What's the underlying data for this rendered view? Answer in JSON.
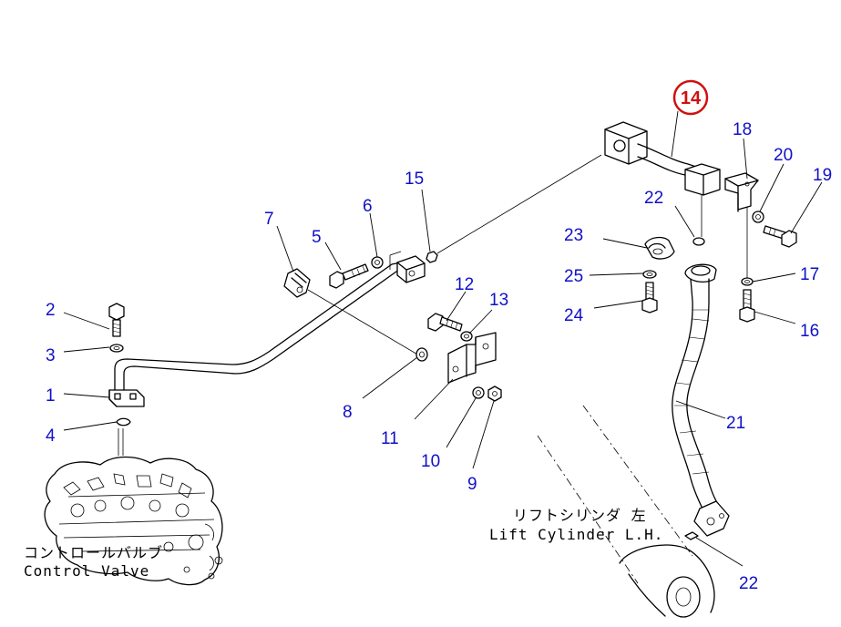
{
  "highlight": {
    "part": "14",
    "color": "#d01010"
  },
  "callout_color": "#1010c8",
  "callouts": {
    "n1": "1",
    "n2": "2",
    "n3": "3",
    "n4": "4",
    "n5": "5",
    "n6": "6",
    "n7": "7",
    "n8": "8",
    "n9": "9",
    "n10": "10",
    "n11": "11",
    "n12": "12",
    "n13": "13",
    "n14": "14",
    "n15": "15",
    "n16": "16",
    "n17": "17",
    "n18": "18",
    "n19": "19",
    "n20": "20",
    "n21": "21",
    "n22a": "22",
    "n22b": "22",
    "n23": "23",
    "n24": "24",
    "n25": "25"
  },
  "captions": {
    "control_valve_jp": "コントロールバルブ",
    "control_valve_en": "Control Valve",
    "lift_cylinder_jp": "リフトシリンダ 左",
    "lift_cylinder_en": "Lift Cylinder L.H."
  }
}
